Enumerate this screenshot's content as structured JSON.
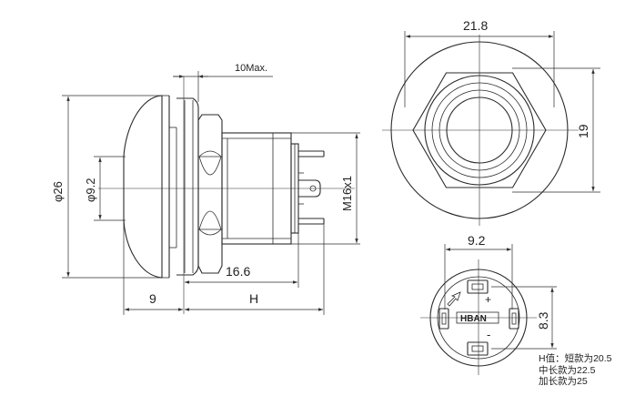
{
  "side_view": {
    "dim_10max": "10Max.",
    "dim_dia26": "φ26",
    "dim_dia9_2": "φ9.2",
    "dim_m16": "M16x1",
    "dim_16_6": "16.6",
    "dim_9": "9",
    "dim_h": "H"
  },
  "front_view": {
    "dim_21_8": "21.8",
    "dim_19": "19"
  },
  "back_view": {
    "dim_9_2": "9.2",
    "dim_8_3": "8.3",
    "plus": "+",
    "minus": "-",
    "brand": "HBAN"
  },
  "notes": [
    "H值：短款为20.5",
    "中长款为22.5",
    "加长款为25"
  ]
}
